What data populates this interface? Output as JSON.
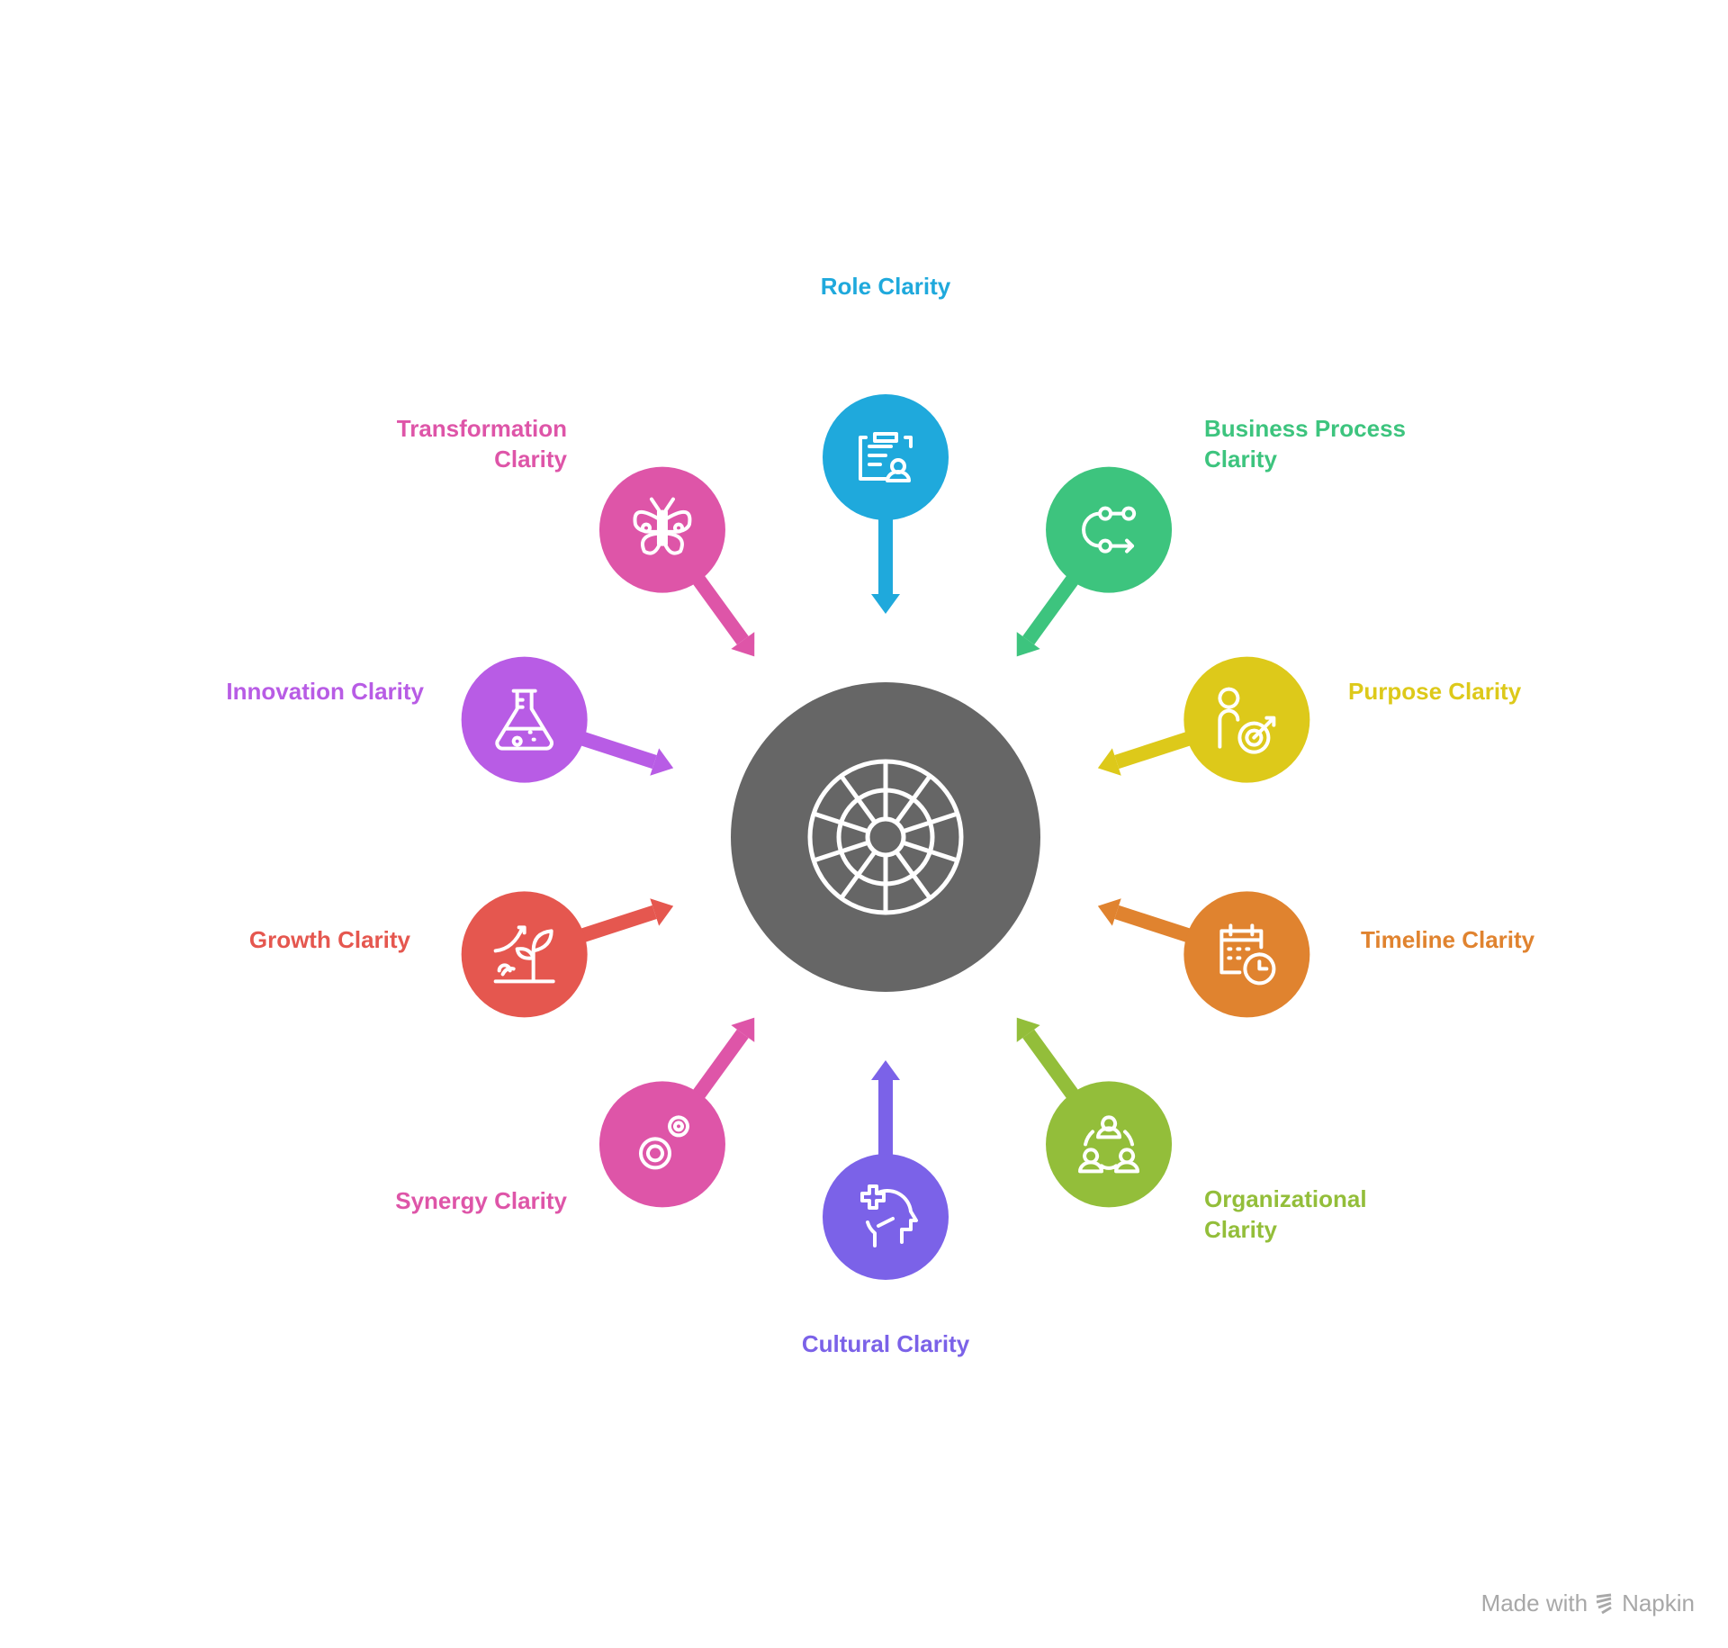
{
  "center": {
    "icon": "wheel-icon",
    "color": "#666666"
  },
  "items": [
    {
      "id": "role",
      "lines": [
        "Role Clarity"
      ],
      "color": "#1FA9DC",
      "icon": "clipboard-user-icon"
    },
    {
      "id": "business",
      "lines": [
        "Business Process",
        "Clarity"
      ],
      "color": "#3DC47E",
      "icon": "process-flow-icon"
    },
    {
      "id": "purpose",
      "lines": [
        "Purpose Clarity"
      ],
      "color": "#DDC91A",
      "icon": "person-target-icon"
    },
    {
      "id": "timeline",
      "lines": [
        "Timeline Clarity"
      ],
      "color": "#E0832F",
      "icon": "calendar-clock-icon"
    },
    {
      "id": "organizational",
      "lines": [
        "Organizational",
        "Clarity"
      ],
      "color": "#93BE3A",
      "icon": "team-network-icon"
    },
    {
      "id": "cultural",
      "lines": [
        "Cultural Clarity"
      ],
      "color": "#7B62E8",
      "icon": "head-plus-icon"
    },
    {
      "id": "synergy",
      "lines": [
        "Synergy Clarity"
      ],
      "color": "#DE55A8",
      "icon": "gears-icon"
    },
    {
      "id": "growth",
      "lines": [
        "Growth Clarity"
      ],
      "color": "#E5574F",
      "icon": "plant-growth-icon"
    },
    {
      "id": "innovation",
      "lines": [
        "Innovation Clarity"
      ],
      "color": "#B85CE5",
      "icon": "flask-icon"
    },
    {
      "id": "transformation",
      "lines": [
        "Transformation",
        "Clarity"
      ],
      "color": "#DE55A8",
      "icon": "butterfly-icon"
    }
  ],
  "footer": {
    "made_with": "Made with",
    "brand": "Napkin"
  }
}
